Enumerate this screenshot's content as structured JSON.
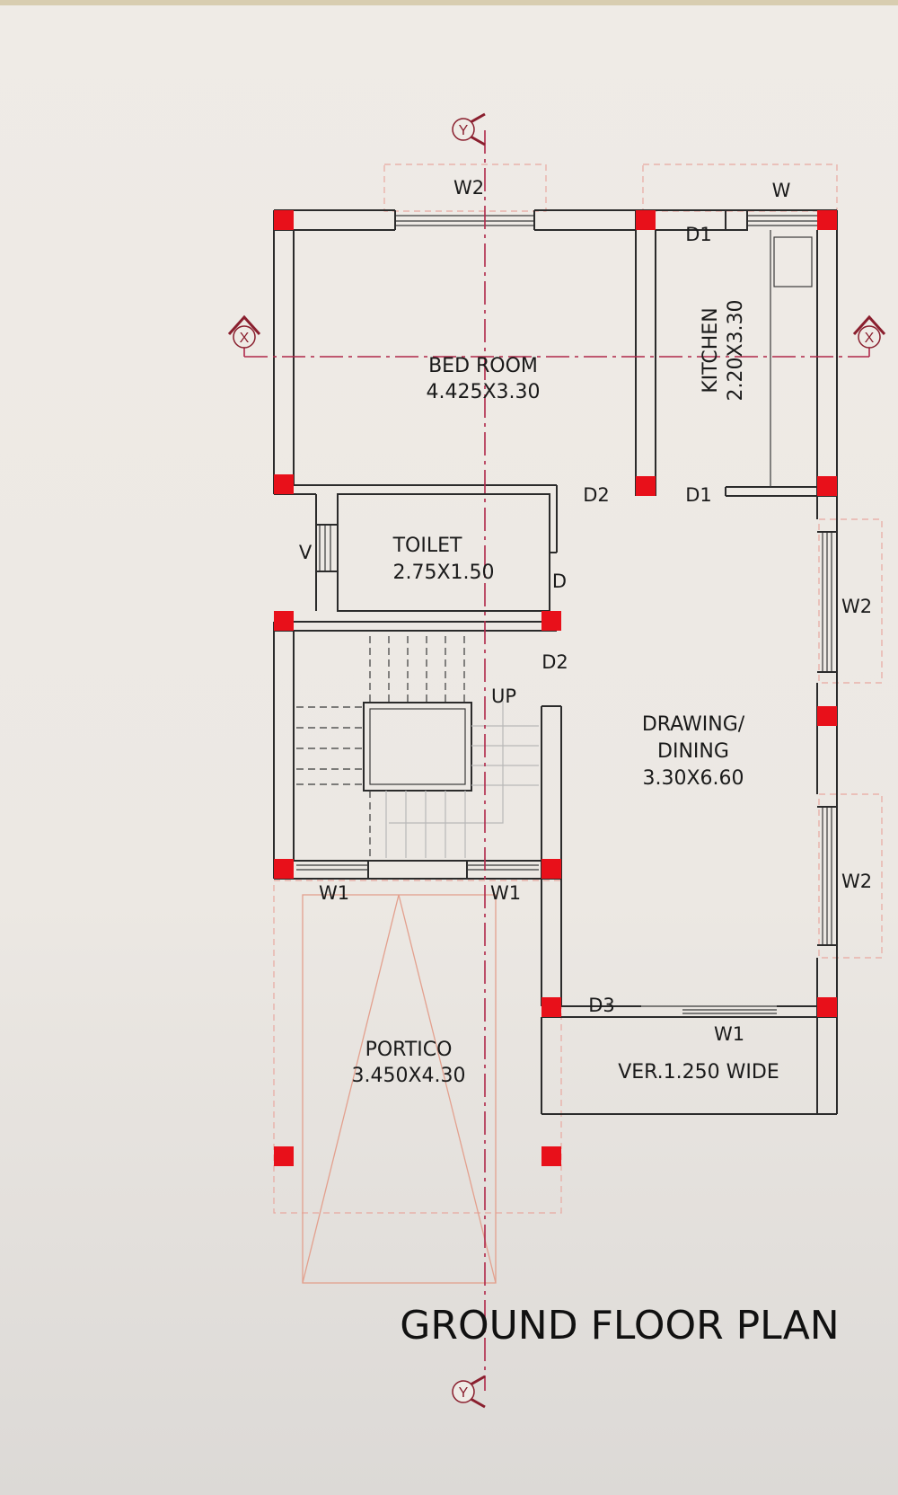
{
  "title": "GROUND FLOOR PLAN",
  "axes": {
    "x": "X",
    "y": "Y"
  },
  "rooms": {
    "bedroom": {
      "name": "BED ROOM",
      "size": "4.425X3.30"
    },
    "kitchen": {
      "name": "KITCHEN",
      "size": "2.20X3.30"
    },
    "toilet": {
      "name": "TOILET",
      "size": "2.75X1.50"
    },
    "drawing": {
      "line1": "DRAWING/",
      "line2": "DINING",
      "size": "3.30X6.60"
    },
    "portico": {
      "name": "PORTICO",
      "size": "3.450X4.30"
    },
    "verandah": {
      "label": "VER.1.250 WIDE"
    }
  },
  "stair": {
    "label": "UP"
  },
  "openings": {
    "bed_window": "W2",
    "kitchen_window": "W",
    "kitchen_door_top": "D1",
    "kitchen_door_bottom": "D1",
    "bed_door": "D2",
    "toilet_door": "D",
    "ventilator": "V",
    "stair_door": "D2",
    "right_window_upper": "W2",
    "right_window_lower": "W2",
    "stair_window_left": "W1",
    "stair_window_right": "W1",
    "ver_door": "D3",
    "ver_window": "W1"
  },
  "colors": {
    "column": "#e8101a",
    "axis": "#b0284a",
    "wall": "#2b2b2b",
    "portico": "#e3a08e"
  }
}
